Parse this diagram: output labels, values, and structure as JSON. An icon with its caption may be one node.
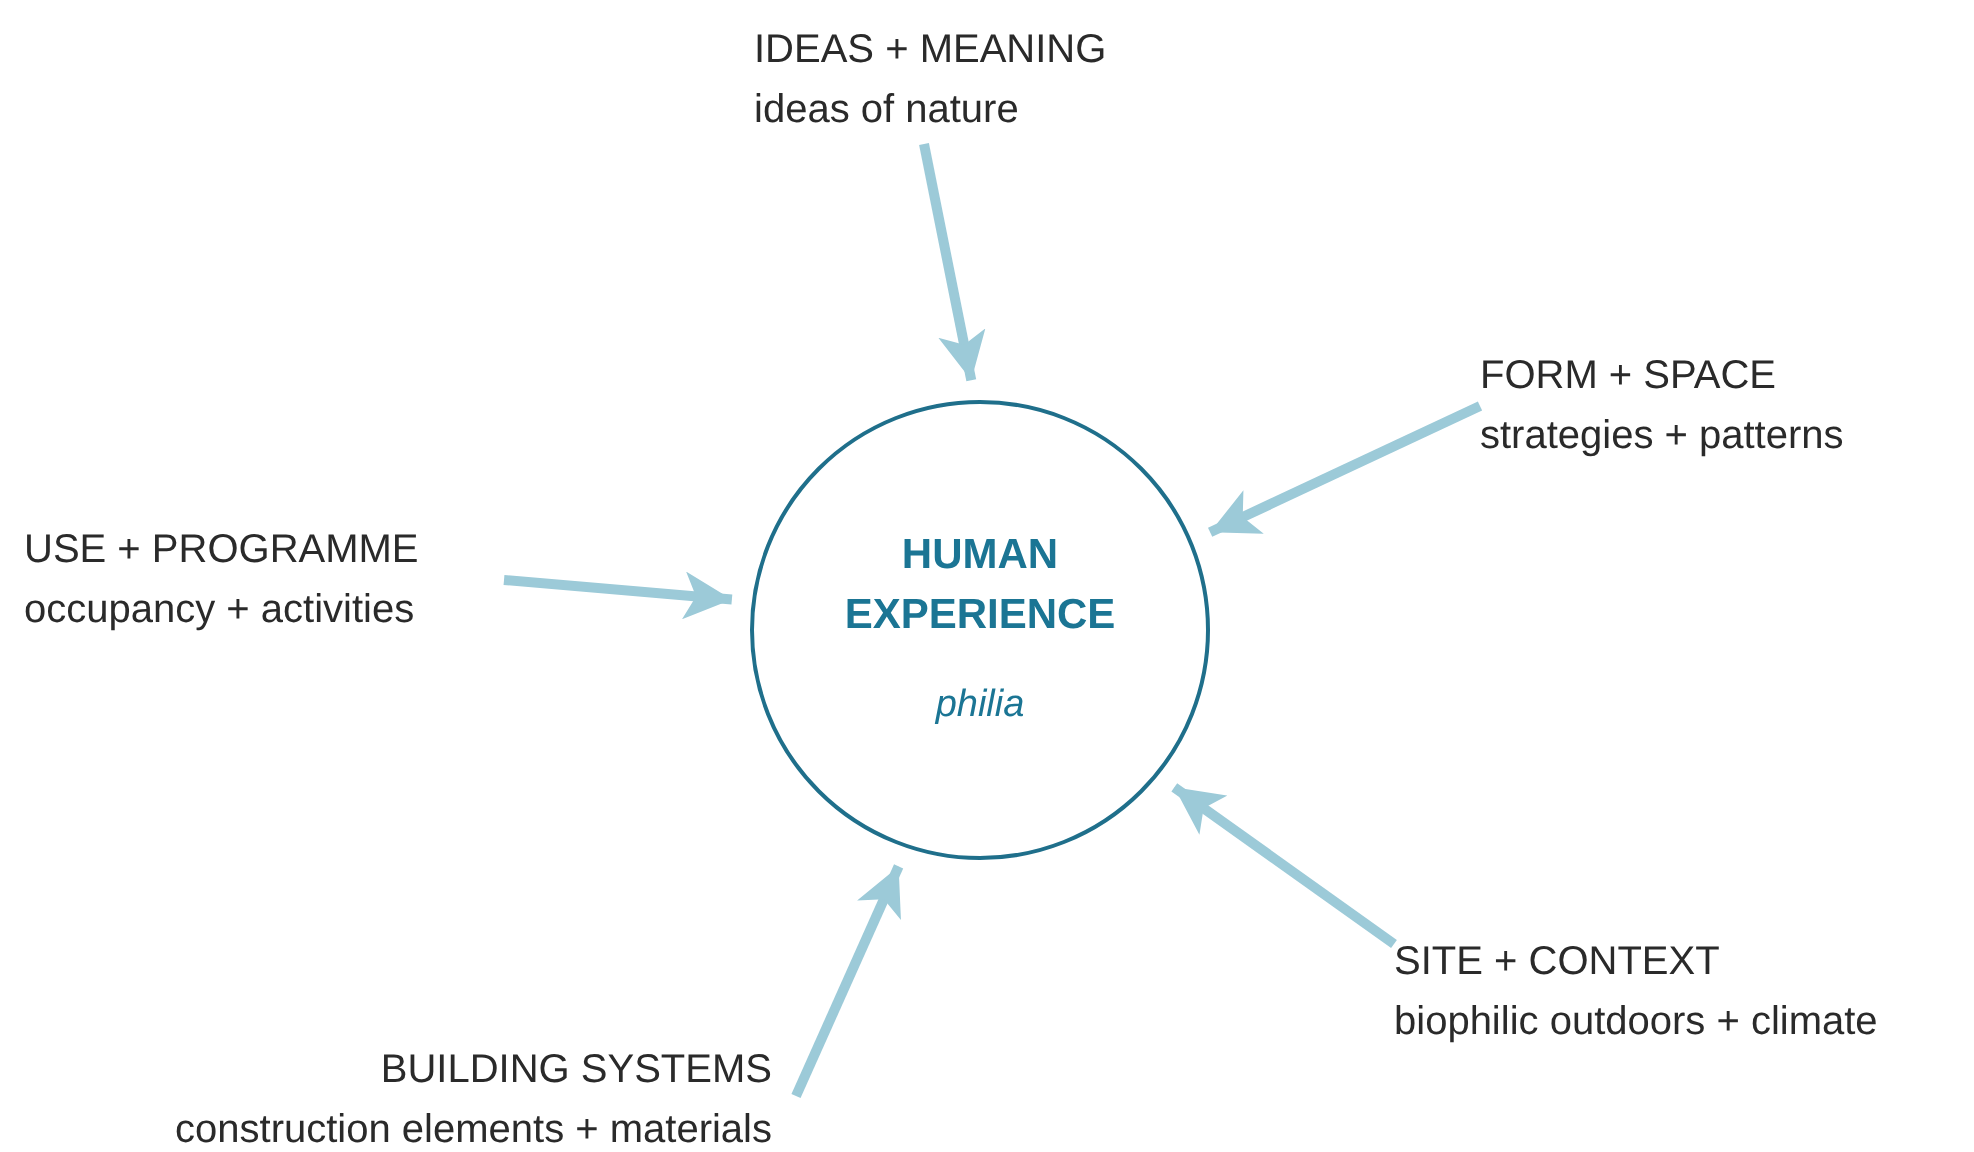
{
  "diagram": {
    "nodes": [
      {
        "text": [
          "HUMAN EXPERIENCE",
          "philia"
        ]
      },
      {
        "text": [
          "IDEAS + MEANING",
          "ideas of nature"
        ]
      },
      {
        "text": [
          "FORM + SPACE",
          "strategies + patterns"
        ]
      },
      {
        "text": [
          "USE + PROGRAMME",
          "occupancy + activities"
        ]
      },
      {
        "text": [
          "SITE + CONTEXT",
          "biophilic outdoors + climate"
        ]
      },
      {
        "text": [
          "BUILDING SYSTEMS",
          "construction elements + materials"
        ]
      }
    ],
    "edges": [
      {
        "from": 1,
        "to": 0,
        "arrow": "to"
      },
      {
        "from": 2,
        "to": 0,
        "arrow": "to"
      },
      {
        "from": 3,
        "to": 0,
        "arrow": "to"
      },
      {
        "from": 4,
        "to": 0,
        "arrow": "to"
      },
      {
        "from": 5,
        "to": 0,
        "arrow": "to"
      }
    ]
  }
}
